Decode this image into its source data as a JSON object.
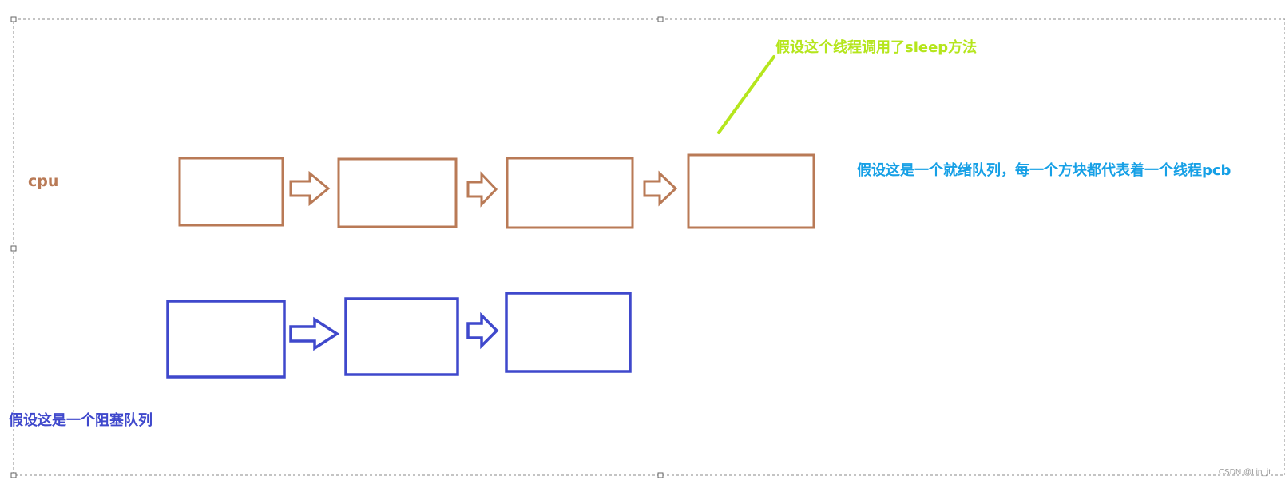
{
  "labels": {
    "cpu": "cpu",
    "ready_queue": "假设这是一个就绪队列，每一个方块都代表着一个线程pcb",
    "blocked_queue": "假设这是一个阻塞队列",
    "sleep_note": "假设这个线程调用了sleep方法"
  },
  "watermark": "CSDN @Lin_jt",
  "colors": {
    "ready": "#b97a56",
    "blocked": "#3f48cc",
    "note": "#b5e61d",
    "ready_text": "#16a0e6"
  },
  "ready_queue": {
    "block_count": 4
  },
  "blocked_queue": {
    "block_count": 3
  }
}
